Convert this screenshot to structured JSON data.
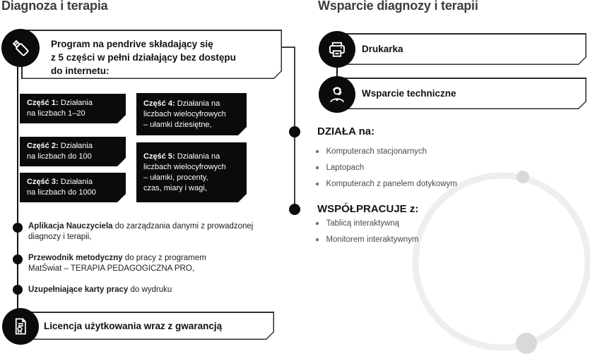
{
  "colors": {
    "ink": "#111111",
    "title_gray": "#3d3d3d",
    "box_black": "#0b0b0b",
    "connector": "#3f3f3f",
    "muted_text": "#4a4a4a",
    "ring": "#eeeeee",
    "ring_dot": "#d9d9d9"
  },
  "left": {
    "title": "Diagnoza i terapia",
    "main_box_text": "Program na pendrive składający się\nz 5 części w pełni działający bez dostępu\ndo internetu:",
    "main_icon": "usb-pendrive-icon",
    "parts": [
      {
        "lead": "Część 1:",
        "rest": " Działania\nna liczbach 1–20"
      },
      {
        "lead": "Część 2:",
        "rest": " Działania\nna liczbach do 100"
      },
      {
        "lead": "Część 3:",
        "rest": " Działania\nna liczbach do 1000"
      },
      {
        "lead": "Część 4:",
        "rest": " Działania na\nliczbach wielocyfrowych\n– ułamki dziesiętne,"
      },
      {
        "lead": "Część 5:",
        "rest": " Działania na\nliczbach wielocyfrowych\n– ułamki, procenty,\nczas, miary i wagi,"
      }
    ],
    "features": [
      {
        "bold": "Aplikacja Nauczyciela",
        "rest": " do zarządzania danymi z prowadzonej\ndiagnozy i terapii,"
      },
      {
        "bold": "Przewodnik metodyczny",
        "rest": " do pracy z programem\nMatŚwiat – TERAPIA PEDAGOGICZNA PRO,"
      },
      {
        "bold": "Uzupełniające karty pracy",
        "rest": " do wydruku"
      }
    ],
    "license_label": "Licencja użytkowania wraz z gwarancją",
    "license_icon": "license-certificate-icon"
  },
  "right": {
    "title": "Wsparcie diagnozy i terapii",
    "boxes": [
      {
        "label": "Drukarka",
        "icon": "printer-icon"
      },
      {
        "label": "Wsparcie techniczne",
        "icon": "tech-support-icon"
      }
    ],
    "sections": [
      {
        "heading": "DZIAŁA na:",
        "items": [
          "Komputerach stacjonarnych",
          "Laptopach",
          "Komputerach z panelem dotykowym"
        ]
      },
      {
        "heading": "WSPÓŁPRACUJE z:",
        "items": [
          "Tablicą interaktywną",
          "Monitorem interaktywnym"
        ]
      }
    ]
  }
}
